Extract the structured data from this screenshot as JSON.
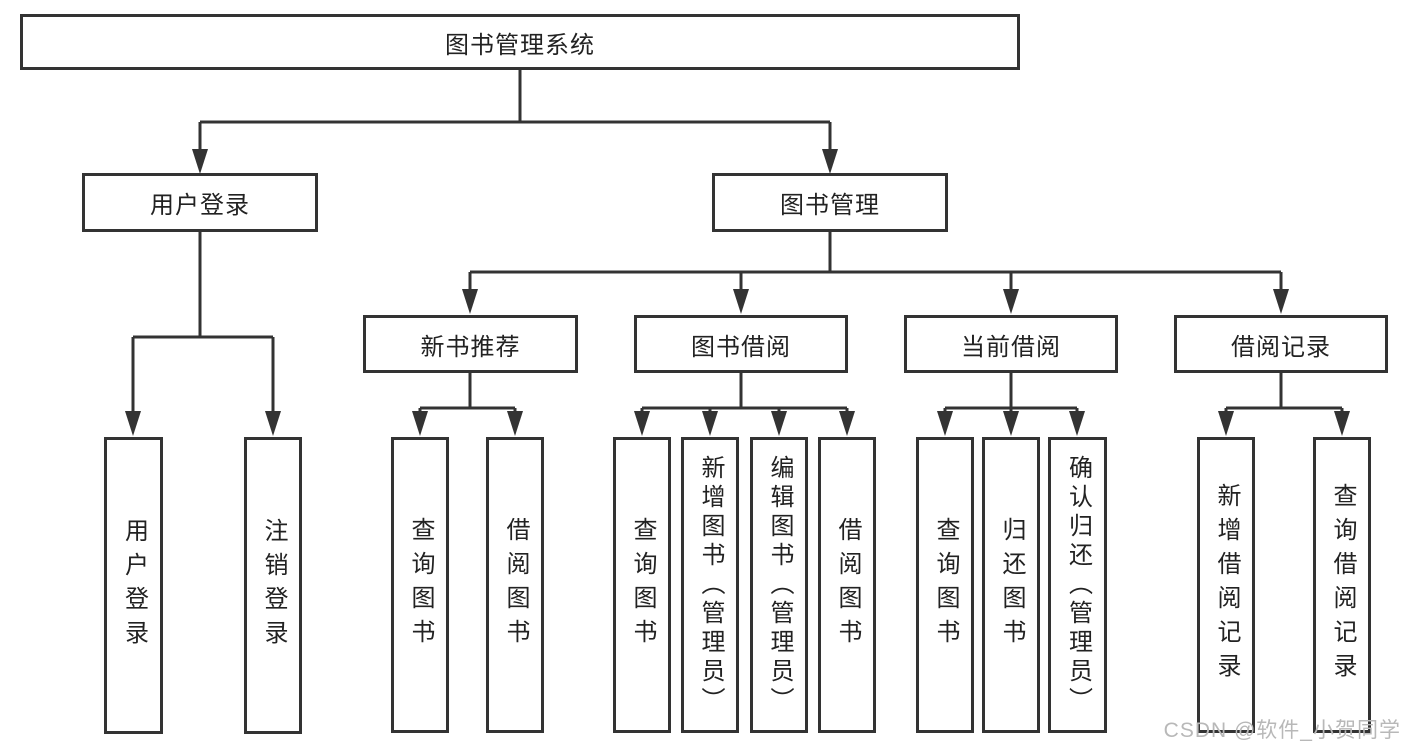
{
  "diagram": {
    "title": "图书管理系统",
    "nodes": {
      "root": "图书管理系统",
      "l2": [
        "用户登录",
        "图书管理"
      ],
      "l3": [
        "新书推荐",
        "图书借阅",
        "当前借阅",
        "借阅记录"
      ],
      "leaves_user_login": [
        "用户登录",
        "注销登录"
      ],
      "leaves_new_books": [
        "查询图书",
        "借阅图书"
      ],
      "leaves_book_borrow": [
        "查询图书",
        "新增图书（管理员）",
        "编辑图书（管理员）",
        "借阅图书"
      ],
      "leaves_current_borrow": [
        "查询图书",
        "归还图书",
        "确认归还（管理员）"
      ],
      "leaves_borrow_records": [
        "新增借阅记录",
        "查询借阅记录"
      ]
    },
    "colors": {
      "stroke": "#333333",
      "background": "#ffffff",
      "text": "#222222",
      "watermark": "#b8b8b8"
    }
  },
  "watermark": {
    "text": "CSDN @软件_小贺同学"
  }
}
